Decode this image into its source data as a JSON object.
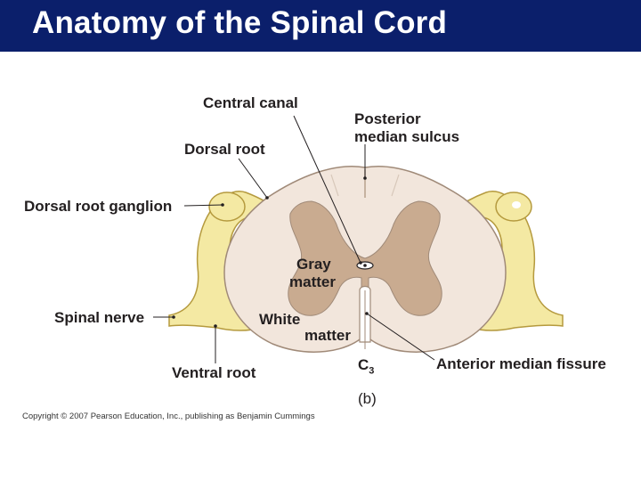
{
  "slide": {
    "title": "Anatomy of the Spinal Cord",
    "copyright": "Copyright © 2007 Pearson Education, Inc., publishing as Benjamin Cummings"
  },
  "labels": {
    "central_canal": "Central canal",
    "posterior_median_sulcus_1": "Posterior",
    "posterior_median_sulcus_2": "median sulcus",
    "dorsal_root": "Dorsal root",
    "dorsal_root_ganglion": "Dorsal root ganglion",
    "gray_matter_1": "Gray",
    "gray_matter_2": "matter",
    "white_matter_1": "White",
    "white_matter_2": "matter",
    "spinal_nerve": "Spinal nerve",
    "ventral_root": "Ventral root",
    "anterior_median_fissure": "Anterior median fissure",
    "segment": "C3",
    "panel": "(b)"
  },
  "colors": {
    "title_bar": "#0b1f6b",
    "white_matter": "#f2e6dc",
    "gray_matter": "#c9ab90",
    "nerve": "#f4e9a3",
    "nerve_outline": "#b59a3e",
    "leader_line": "#231f20"
  }
}
